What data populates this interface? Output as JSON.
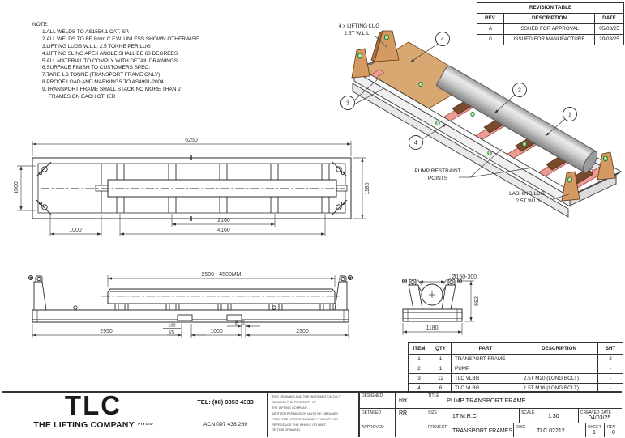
{
  "notes": {
    "title": "NOTE:",
    "items": [
      "1.ALL WELDS TO AS1554.1 CAT. SP.",
      "2.ALL WELDS TO BE 8mm C.F.W. UNLESS SHOWN OTHERWISE",
      "3.LIFTING LUGS W.L.L: 2.5 TONNE PER LUG",
      "4.LIFTING SLING APEX ANGLE SHALL BE 60 DEGREES",
      "5.ALL MATERIAL TO COMPLY WITH DETAIL DRAWINGS",
      "6.SURFACE FINISH TO CUSTOMERS SPEC.",
      "7.TARE 1.3 TONNE (TRANSPORT FRAME ONLY)",
      "8.PROOF LOAD AND MARKINGS TO AS4991-2004",
      "9.TRANSPORT FRAME SHALL STACK NO MORE THAN 2",
      "FRAMES ON EACH OTHER"
    ]
  },
  "revision_table": {
    "title": "REVISION TABLE",
    "headers": [
      "REV.",
      "DESCRIPTION",
      "DATE"
    ],
    "rows": [
      {
        "rev": "A",
        "description": "ISSUED FOR APPROVAL",
        "date": "05/03/25"
      },
      {
        "rev": "0",
        "description": "ISSUED FOR MANUFACTURE",
        "date": "20/03/25"
      }
    ]
  },
  "iso": {
    "lifting_lug_label_1": "4 x LIFTING LUG",
    "lifting_lug_label_2": "2.5T W.L.L.",
    "pump_restraint_label_1": "PUMP RESTRAINT",
    "pump_restraint_label_2": "POINTS",
    "lashing_lug_label_1": "LASHING LUG",
    "lashing_lug_label_2": "2.5T W.L.L.",
    "balloons": {
      "b1": "1",
      "b2": "2",
      "b3": "3",
      "b4a": "4",
      "b4b": "4"
    }
  },
  "plan_view": {
    "dim_length": "6250",
    "dim_width_lugs": "1000",
    "dim_width_overall": "1180",
    "dim_inner": "2160",
    "dim_outer": "4160",
    "dim_end_offset": "1000"
  },
  "side_view": {
    "dim_pump": "2500 - 4500MM",
    "dim_left": "2950",
    "dim_gap1": "188",
    "dim_gap1_note": "I/S",
    "dim_mid": "1000",
    "dim_gap2": "88",
    "dim_gap2_note": "I/S",
    "dim_right": "2300"
  },
  "end_view": {
    "dim_dia": "Ø150-300",
    "dim_height": "692",
    "dim_width": "1180"
  },
  "parts_table": {
    "headers": [
      "ITEM",
      "QTY",
      "PART",
      "DESCRIPTION",
      "SHT"
    ],
    "rows": [
      {
        "item": "1",
        "qty": "1",
        "part": "TRANSPORT FRAME",
        "description": "",
        "sht": "2"
      },
      {
        "item": "2",
        "qty": "1",
        "part": "PUMP",
        "description": "",
        "sht": "-"
      },
      {
        "item": "3",
        "qty": "12",
        "part": "TLC VLBG",
        "description": "2.5T M20 (LONG BOLT)",
        "sht": "-"
      },
      {
        "item": "4",
        "qty": "6",
        "part": "TLC VLBG",
        "description": "1.5T M16 (LONG BOLT)",
        "sht": "-"
      }
    ]
  },
  "title_block": {
    "logo": "TLC",
    "company": "THE LIFTING COMPANY",
    "company_suffix": "PTY LTD",
    "tel": "TEL: (08) 9353 4333",
    "acn": "ACN 097 438 269",
    "disclaimer_lines": [
      "THIS DRAWING AND THE INFORMATION ON IT",
      "REMAINS THE PROPERTY OF",
      "THE LIFTING COMPANY.",
      "WRITTEN PERMISSION MUST BE OBTAINED",
      "FROM THE LIFTING COMPANY TO COPY OR",
      "REPRODUCE THE WHOLE OR PART",
      "OF THIS DRAWING."
    ],
    "designed_label": "DESIGNED",
    "designed_value": "RR",
    "detailed_label": "DETAILED",
    "detailed_value": "RR",
    "approved_label": "APPROVED",
    "approved_value": "",
    "title_label": "TITLE",
    "title_value": "PUMP TRANSPORT FRAME",
    "size_label": "SIZE",
    "size_value": "1T M.R.C",
    "scale_label": "SCALE",
    "scale_value": "1:30",
    "created_label": "CREATED DATE",
    "created_value": "04/03/25",
    "project_label": "PROJECT",
    "project_value": "TRANSPORT FRAMES",
    "dwg_label": "DWG",
    "dwg_value": "TLC 02212",
    "sheet_label": "SHEET",
    "sheet_value": "1",
    "rev_label": "REV",
    "rev_value": "0"
  }
}
